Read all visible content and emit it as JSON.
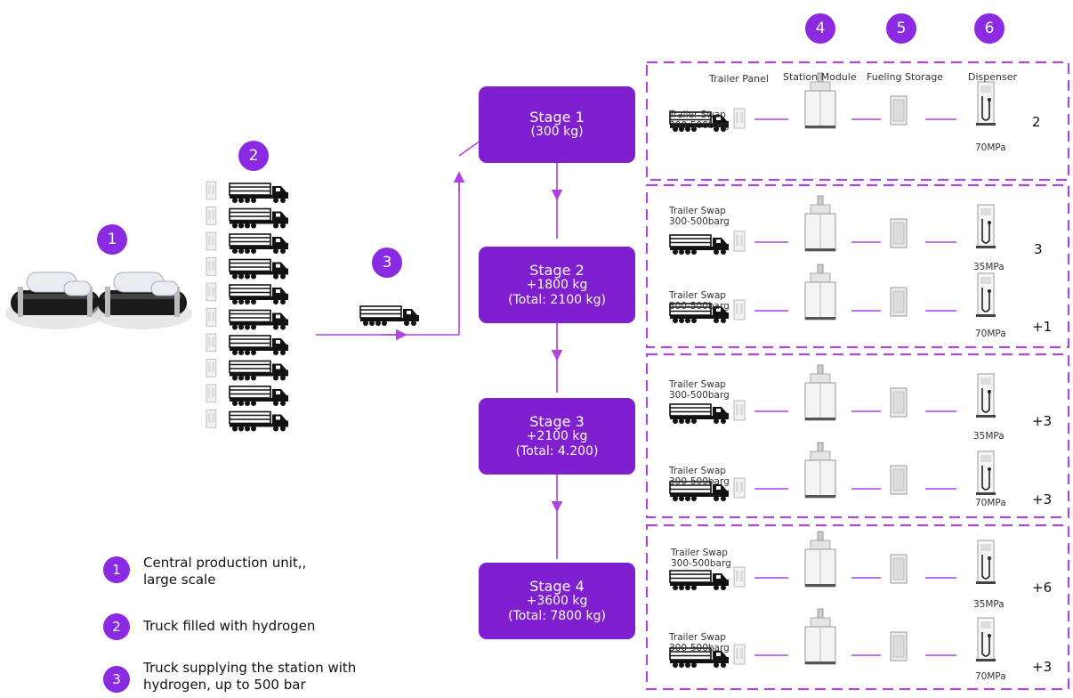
{
  "badges": {
    "b1": "1",
    "b2": "2",
    "b3": "3",
    "b4": "4",
    "b5": "5",
    "b6": "6"
  },
  "columns": {
    "trailer_panel": "Trailer Panel",
    "station_module": "Station Module",
    "fueling_storage": "Fueling Storage",
    "dispenser": "Dispenser"
  },
  "stages": [
    {
      "title": "Stage 1",
      "line2": "(300 kg)",
      "line3": ""
    },
    {
      "title": "Stage 2",
      "line2": "+1800 kg",
      "line3": "(Total: 2100 kg)"
    },
    {
      "title": "Stage 3",
      "line2": "+2100 kg",
      "line3": "(Total: 4.200)"
    },
    {
      "title": "Stage 4",
      "line2": "+3600 kg",
      "line3": "(Total: 7800 kg)"
    }
  ],
  "rows": [
    {
      "swap_line1": "Trailer Swap",
      "swap_line2": "300-500barg",
      "pressure": "70MPa",
      "count": "2"
    },
    {
      "swap_line1": "Trailer Swap",
      "swap_line2": "300-500barg",
      "pressure": "35MPa",
      "count": "3"
    },
    {
      "swap_line1": "Trailer Swap",
      "swap_line2": "300-500barg",
      "pressure": "70MPa",
      "count": "+1"
    },
    {
      "swap_line1": "Trailer Swap",
      "swap_line2": "300-500barg",
      "pressure": "35MPa",
      "count": "+3"
    },
    {
      "swap_line1": "Trailer Swap",
      "swap_line2": "300-500barg",
      "pressure": "70MPa",
      "count": "+3"
    },
    {
      "swap_line1": "Trailer Swap",
      "swap_line2": "300-500barg",
      "pressure": "35MPa",
      "count": "+6"
    },
    {
      "swap_line1": "Trailer Swap",
      "swap_line2": "300-500barg",
      "pressure": "70MPa",
      "count": "+3"
    }
  ],
  "legend": [
    {
      "num": "1",
      "line1": "Central production unit,,",
      "line2": "large scale"
    },
    {
      "num": "2",
      "line1": "Truck filled with hydrogen",
      "line2": ""
    },
    {
      "num": "3",
      "line1": "Truck supplying the station with",
      "line2": "hydrogen, up to 500 bar"
    }
  ],
  "colors": {
    "accent": "#7f1fd0",
    "badge": "#8a2be2",
    "line": "#b040e0",
    "dash": "#a64ad8"
  }
}
